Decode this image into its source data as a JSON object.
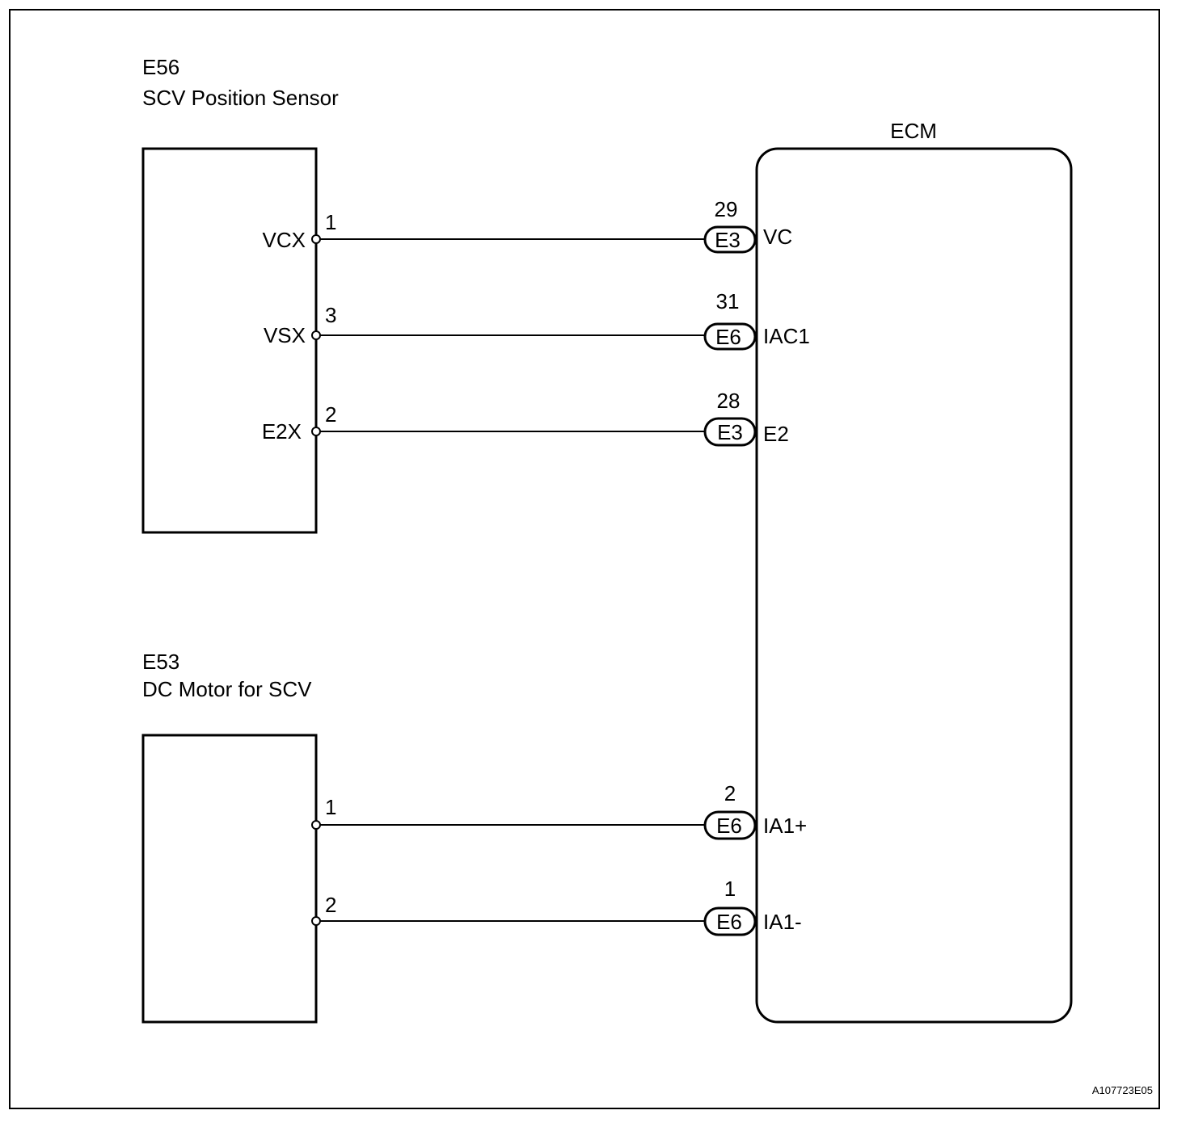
{
  "sensor": {
    "code": "E56",
    "name": "SCV Position Sensor",
    "pins": [
      {
        "signal": "VCX",
        "pin": "1"
      },
      {
        "signal": "VSX",
        "pin": "3"
      },
      {
        "signal": "E2X",
        "pin": "2"
      }
    ]
  },
  "motor": {
    "code": "E53",
    "name": "DC Motor for SCV",
    "pins": [
      {
        "pin": "1"
      },
      {
        "pin": "2"
      }
    ]
  },
  "ecm": {
    "title": "ECM",
    "terminals": [
      {
        "pin": "29",
        "connector": "E3",
        "signal": "VC"
      },
      {
        "pin": "31",
        "connector": "E6",
        "signal": "IAC1"
      },
      {
        "pin": "28",
        "connector": "E3",
        "signal": "E2"
      },
      {
        "pin": "2",
        "connector": "E6",
        "signal": "IA1+"
      },
      {
        "pin": "1",
        "connector": "E6",
        "signal": "IA1-"
      }
    ]
  },
  "figure_code": "A107723E05"
}
